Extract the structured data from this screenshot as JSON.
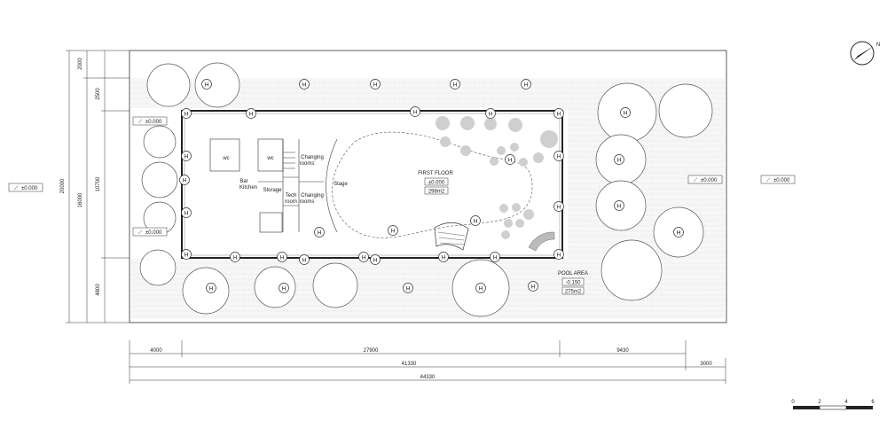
{
  "rooms": {
    "wc1": "wc",
    "wc2": "wc",
    "bar_kitchen_1": "Bar",
    "bar_kitchen_2": "Kitchen",
    "storage": "Storage",
    "tech_1": "Tech",
    "tech_2": "room",
    "changing_top_1": "Changing",
    "changing_top_2": "rooms",
    "changing_bottom_1": "Changing",
    "changing_bottom_2": "rooms",
    "stage": "Stage"
  },
  "first_floor": {
    "name": "FIRST FLOOR",
    "level": "±0.000",
    "area": "298m2"
  },
  "pool_area": {
    "name": "POOL AREA",
    "level": "-0.150",
    "area": "275m2"
  },
  "level_tags": {
    "left_upper": "±0.000",
    "left_lower": "±0.000",
    "far_left": "±0.000",
    "right_inner": "±0.000",
    "right_outer": "±0.000"
  },
  "dims_vertical": {
    "d2000": "2000",
    "d2500": "2500",
    "d10700": "10700",
    "d4800": "4800",
    "d16000": "16000",
    "d20000": "20000"
  },
  "dims_horizontal": {
    "d4000": "4000",
    "d27900": "27900",
    "d9430": "9430",
    "d41330": "41330",
    "d3000": "3000",
    "d44330": "44330"
  },
  "north_label": "N",
  "scale_labels": [
    "0",
    "2",
    "4",
    "6"
  ],
  "lamp_symbol": "H"
}
